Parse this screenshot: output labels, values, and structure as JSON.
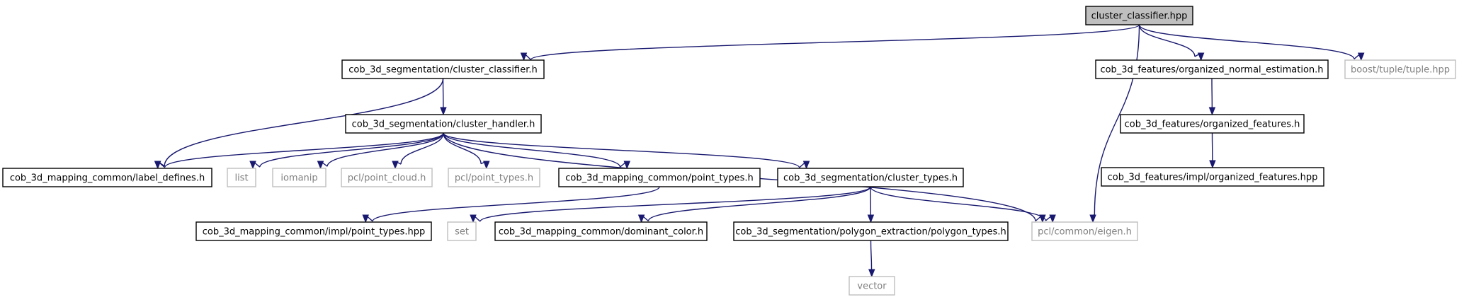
{
  "colors": {
    "edge": "#191970",
    "root_fill": "#bfbfbf",
    "node_border": "#000000",
    "external_border": "#bfbfbf",
    "node_text": "#000000",
    "external_text": "#808080"
  },
  "nodes": [
    {
      "id": "root",
      "label": "cluster_classifier.hpp",
      "kind": "root"
    },
    {
      "id": "seg_classifier",
      "label": "cob_3d_segmentation/cluster_classifier.h",
      "kind": "normal"
    },
    {
      "id": "feat_normal",
      "label": "cob_3d_features/organized_normal_estimation.h",
      "kind": "normal"
    },
    {
      "id": "boost_tuple",
      "label": "boost/tuple/tuple.hpp",
      "kind": "external"
    },
    {
      "id": "seg_handler",
      "label": "cob_3d_segmentation/cluster_handler.h",
      "kind": "normal"
    },
    {
      "id": "feat_organized",
      "label": "cob_3d_features/organized_features.h",
      "kind": "normal"
    },
    {
      "id": "feat_impl",
      "label": "cob_3d_features/impl/organized_features.hpp",
      "kind": "normal"
    },
    {
      "id": "label_defines",
      "label": "cob_3d_mapping_common/label_defines.h",
      "kind": "normal"
    },
    {
      "id": "list",
      "label": "list",
      "kind": "external"
    },
    {
      "id": "iomanip",
      "label": "iomanip",
      "kind": "external"
    },
    {
      "id": "pcl_point_cloud",
      "label": "pcl/point_cloud.h",
      "kind": "external"
    },
    {
      "id": "pcl_point_types",
      "label": "pcl/point_types.h",
      "kind": "external"
    },
    {
      "id": "map_point_types",
      "label": "cob_3d_mapping_common/point_types.h",
      "kind": "normal"
    },
    {
      "id": "seg_types",
      "label": "cob_3d_segmentation/cluster_types.h",
      "kind": "normal"
    },
    {
      "id": "map_impl_point_types",
      "label": "cob_3d_mapping_common/impl/point_types.hpp",
      "kind": "normal"
    },
    {
      "id": "set",
      "label": "set",
      "kind": "external"
    },
    {
      "id": "dominant_color",
      "label": "cob_3d_mapping_common/dominant_color.h",
      "kind": "normal"
    },
    {
      "id": "polygon_types",
      "label": "cob_3d_segmentation/polygon_extraction/polygon_types.h",
      "kind": "normal"
    },
    {
      "id": "pcl_eigen",
      "label": "pcl/common/eigen.h",
      "kind": "external"
    },
    {
      "id": "vector",
      "label": "vector",
      "kind": "external"
    }
  ],
  "edges": [
    {
      "from": "root",
      "to": "seg_classifier"
    },
    {
      "from": "root",
      "to": "pcl_eigen"
    },
    {
      "from": "root",
      "to": "feat_normal"
    },
    {
      "from": "root",
      "to": "boost_tuple"
    },
    {
      "from": "seg_classifier",
      "to": "label_defines"
    },
    {
      "from": "seg_classifier",
      "to": "seg_handler"
    },
    {
      "from": "seg_handler",
      "to": "label_defines"
    },
    {
      "from": "seg_handler",
      "to": "list"
    },
    {
      "from": "seg_handler",
      "to": "iomanip"
    },
    {
      "from": "seg_handler",
      "to": "pcl_point_cloud"
    },
    {
      "from": "seg_handler",
      "to": "pcl_point_types"
    },
    {
      "from": "seg_handler",
      "to": "map_point_types"
    },
    {
      "from": "seg_handler",
      "to": "seg_types"
    },
    {
      "from": "seg_handler",
      "to": "pcl_eigen"
    },
    {
      "from": "map_point_types",
      "to": "map_impl_point_types"
    },
    {
      "from": "seg_types",
      "to": "set"
    },
    {
      "from": "seg_types",
      "to": "dominant_color"
    },
    {
      "from": "seg_types",
      "to": "polygon_types"
    },
    {
      "from": "seg_types",
      "to": "pcl_eigen"
    },
    {
      "from": "polygon_types",
      "to": "vector"
    },
    {
      "from": "feat_normal",
      "to": "feat_organized"
    },
    {
      "from": "feat_organized",
      "to": "feat_impl"
    }
  ]
}
